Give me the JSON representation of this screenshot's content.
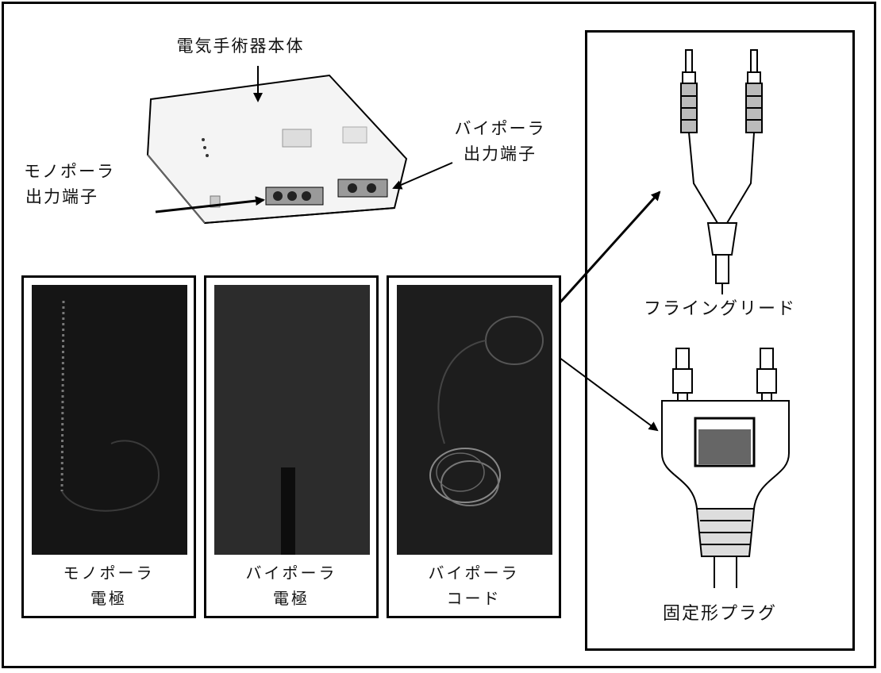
{
  "device": {
    "main_unit_label": "電気手術器本体",
    "mono_terminal_label": [
      "モノポーラ",
      "出力端子"
    ],
    "bipolar_terminal_label": [
      "バイポーラ",
      "出力端子"
    ]
  },
  "photos": [
    {
      "caption": [
        "モノポーラ",
        "電極"
      ]
    },
    {
      "caption": [
        "バイポーラ",
        "電極"
      ]
    },
    {
      "caption": [
        "バイポーラ",
        "コード"
      ]
    }
  ],
  "connectors": {
    "flying_lead_label": "フライングリード",
    "fixed_plug_label": "固定形プラグ"
  }
}
